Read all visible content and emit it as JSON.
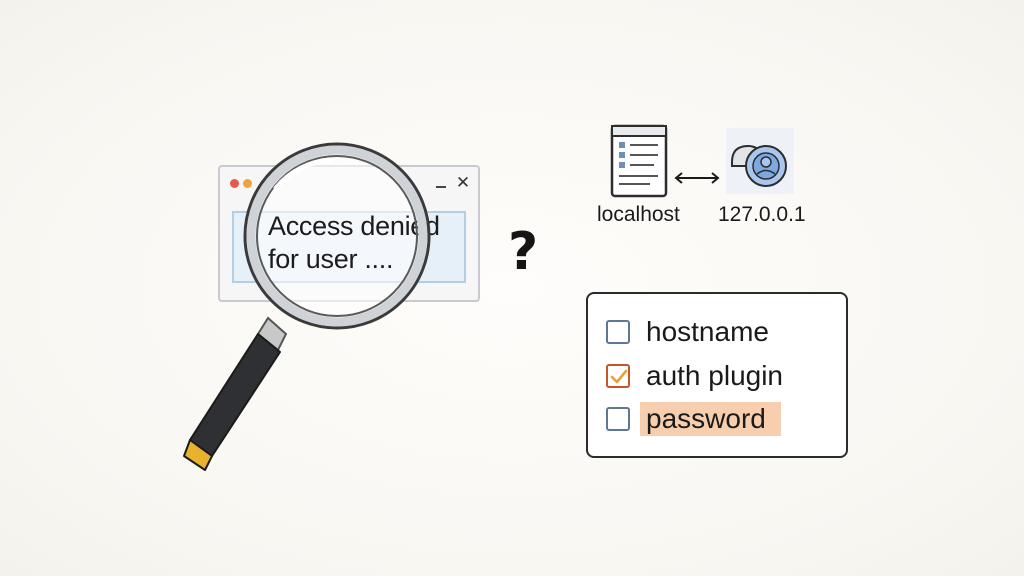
{
  "error_window": {
    "message_line1": "Access denied",
    "message_line2": "for user ....",
    "icons": [
      "close-icon",
      "minimize-icon",
      "magnifier-icon"
    ]
  },
  "question": {
    "symbol": "?"
  },
  "network": {
    "source_label": "localhost",
    "target_label": "127.0.0.1",
    "icons": [
      "server-icon",
      "bidirectional-arrow-icon",
      "user-host-icon"
    ]
  },
  "checklist": {
    "items": [
      {
        "label": "hostname",
        "checked": false,
        "highlighted": false
      },
      {
        "label": "auth plugin",
        "checked": true,
        "highlighted": false
      },
      {
        "label": "password",
        "checked": false,
        "highlighted": true
      }
    ]
  },
  "colors": {
    "check_accent": "#c4572a",
    "highlight": "#f8cfae",
    "error_box": "#e6f0f9",
    "handle_tip": "#e9b22d"
  }
}
